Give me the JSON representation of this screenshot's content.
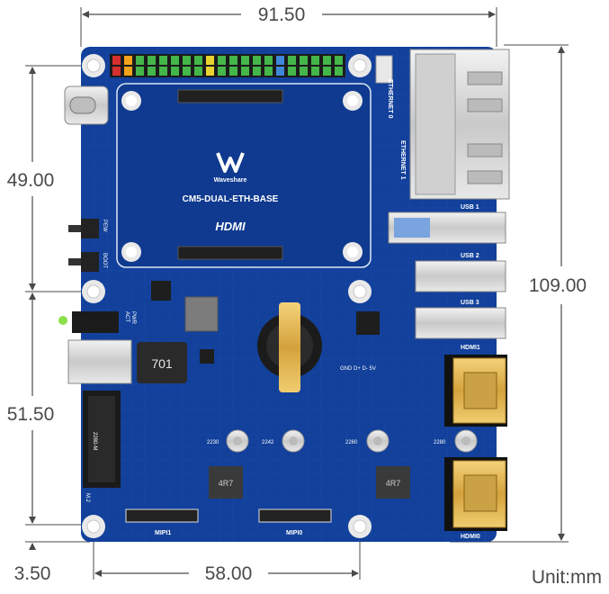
{
  "dimensions": {
    "width_top": "91.50",
    "height_total": "109.00",
    "height_upper": "49.00",
    "height_lower": "51.50",
    "offset_bottom": "3.50",
    "width_bottom": "58.00"
  },
  "unit_label": "Unit:mm",
  "board": {
    "name": "CM5-DUAL-ETH-BASE",
    "brand": "Waveshare",
    "hdmi_logo": "HDMI",
    "inductor_large": "701",
    "inductor_small_1": "4R7",
    "inductor_small_2": "4R7"
  },
  "silkscreen": {
    "ethernet0": "ETHERNET 0",
    "ethernet1": "ETHERNET 1",
    "usb1": "USB 1",
    "usb2": "USB 2",
    "usb3": "USB 3",
    "hdmi1": "HDMI1",
    "hdmi0": "HDMI0",
    "mipi1": "MIPI1",
    "mipi0": "MIPI0",
    "pwr": "PEW",
    "boot": "BOOT",
    "gnd_pins": "GND D+ D- 5V",
    "m2": "M.2",
    "m2_type": "2280-M",
    "standoff_2230": "2230",
    "standoff_2242": "2242",
    "standoff_2260": "2260",
    "standoff_2280": "2280",
    "led_act": "ACT",
    "led_pwr": "PWR"
  },
  "colors": {
    "board": "#12409a",
    "dimension": "#4a4a4a"
  }
}
